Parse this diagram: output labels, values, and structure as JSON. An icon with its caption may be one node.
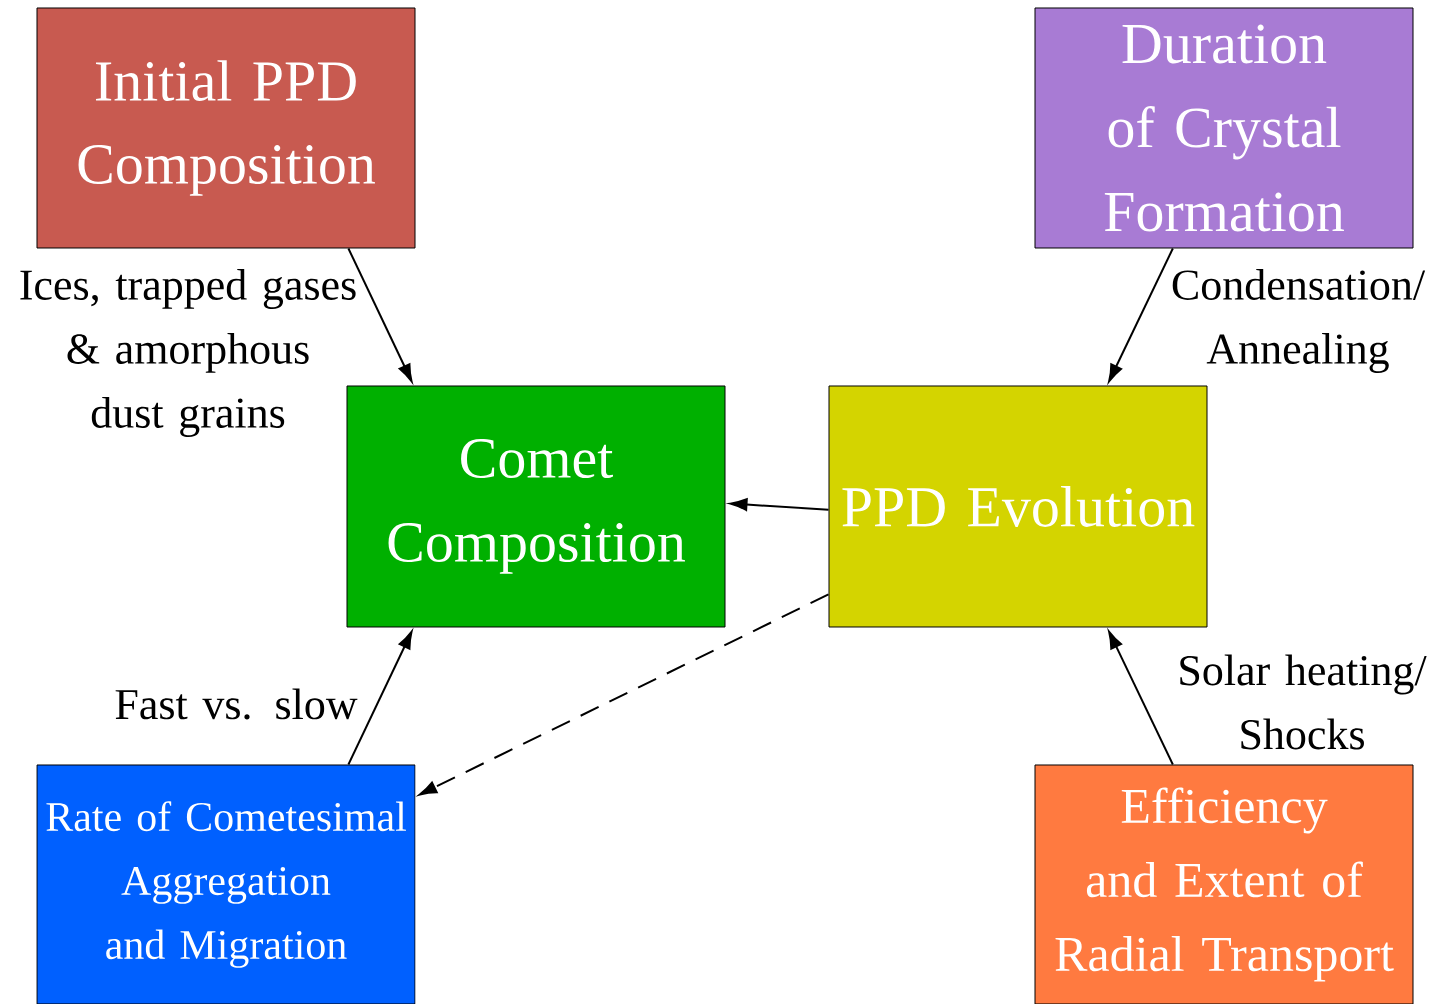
{
  "diagram": {
    "nodes": [
      {
        "text": [
          "Initial PPD Composition"
        ]
      },
      {
        "text": [
          "Duration of Crystal Formation"
        ]
      },
      {
        "text": [
          "Comet Composition"
        ]
      },
      {
        "text": [
          "PPD Evolution"
        ]
      },
      {
        "text": [
          "Rate of Cometesimal Aggregation and Migration"
        ]
      },
      {
        "text": [
          "Efficiency and Extent of Radial Transport"
        ]
      }
    ],
    "edges": [
      {
        "from": 0,
        "to": 2,
        "arrow": "to",
        "label": "Ices, trapped gases & amorphous dust grains"
      },
      {
        "from": 1,
        "to": 3,
        "arrow": "to",
        "label": "Condensation/ Annealing"
      },
      {
        "from": 3,
        "to": 2,
        "arrow": "to"
      },
      {
        "from": 3,
        "to": 4,
        "arrow": "to",
        "style": "dashed"
      },
      {
        "from": 4,
        "to": 2,
        "arrow": "to",
        "label": "Fast vs. slow"
      },
      {
        "from": 5,
        "to": 3,
        "arrow": "to",
        "label": "Solar heating/ Shocks"
      }
    ]
  }
}
